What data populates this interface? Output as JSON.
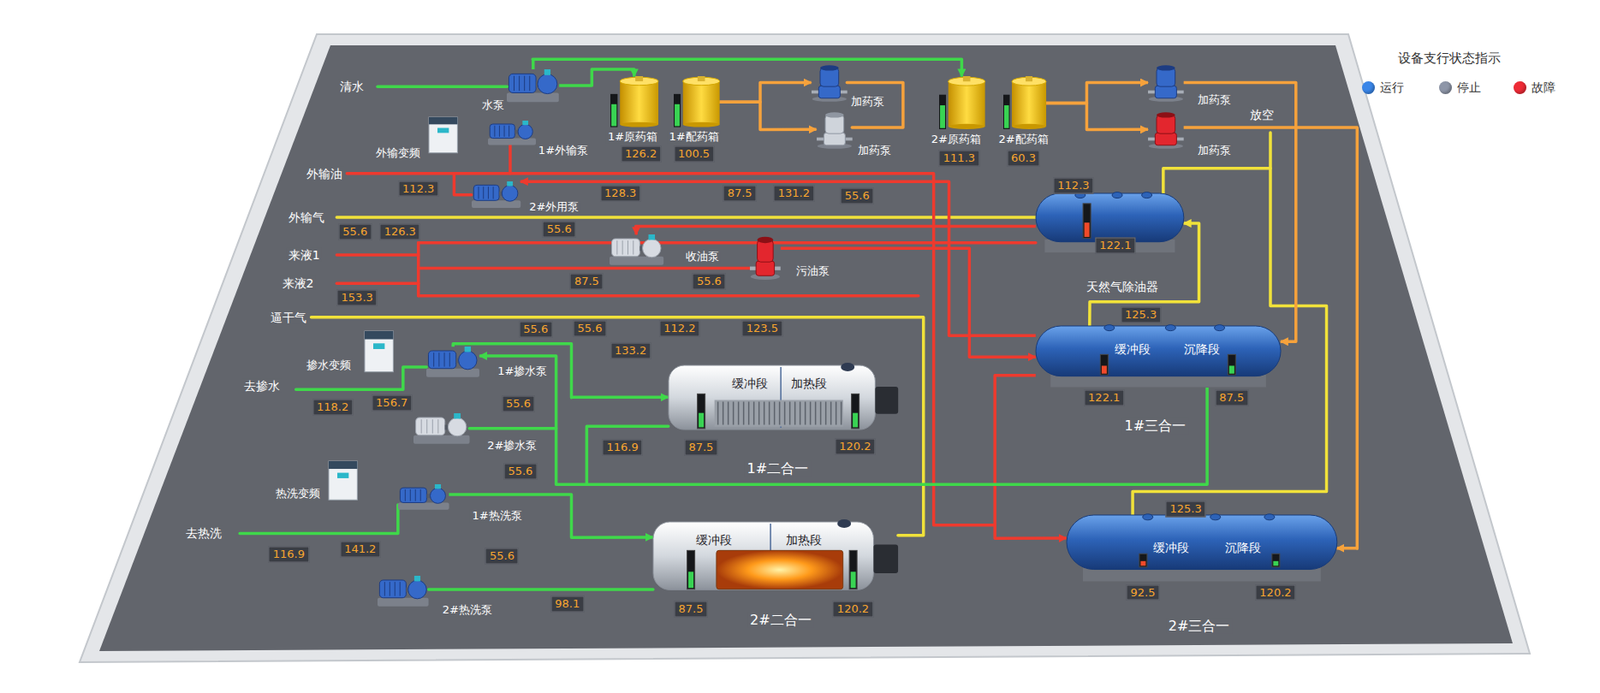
{
  "diagram": {
    "nodes": [
      {
        "text": [
          "水泵"
        ]
      },
      {
        "text": [
          "1#原药箱"
        ]
      },
      {
        "text": [
          "1#配药箱"
        ]
      },
      {
        "text": [
          "加药泵"
        ]
      },
      {
        "text": [
          "加药泵"
        ]
      },
      {
        "text": [
          "2#原药箱"
        ]
      },
      {
        "text": [
          "2#配药箱"
        ]
      },
      {
        "text": [
          "加药泵"
        ]
      },
      {
        "text": [
          "加药泵"
        ]
      },
      {
        "text": [
          "外输变频"
        ]
      },
      {
        "text": [
          "1#外输泵"
        ]
      },
      {
        "text": [
          "2#外用泵"
        ]
      },
      {
        "text": [
          "收油泵"
        ]
      },
      {
        "text": [
          "污油泵"
        ]
      },
      {
        "text": [
          "天然气除油器"
        ]
      },
      {
        "text": [
          "掺水变频"
        ]
      },
      {
        "text": [
          "1#掺水泵"
        ]
      },
      {
        "text": [
          "2#掺水泵"
        ]
      },
      {
        "text": [
          "1#二合一",
          "缓冲段",
          "加热段"
        ]
      },
      {
        "text": [
          "1#三合一",
          "缓冲段",
          "沉降段"
        ]
      },
      {
        "text": [
          "热洗变频"
        ]
      },
      {
        "text": [
          "1#热洗泵"
        ]
      },
      {
        "text": [
          "2#热洗泵"
        ]
      },
      {
        "text": [
          "2#二合一",
          "缓冲段",
          "加热段"
        ]
      },
      {
        "text": [
          "2#三合一",
          "缓冲段",
          "沉降段"
        ]
      }
    ],
    "edges": [
      {
        "from": 0,
        "to": 1,
        "arrow": "to"
      },
      {
        "from": 0,
        "to": 5,
        "arrow": "to"
      },
      {
        "from": 2,
        "to": 3,
        "arrow": "to"
      },
      {
        "from": 2,
        "to": 4,
        "arrow": "to"
      },
      {
        "from": 6,
        "to": 7,
        "arrow": "to"
      },
      {
        "from": 6,
        "to": 8,
        "arrow": "to"
      },
      {
        "from": 8,
        "to": 24,
        "arrow": "to"
      },
      {
        "from": 7,
        "to": 19,
        "arrow": "to"
      },
      {
        "from": 19,
        "to": 14,
        "arrow": "to"
      },
      {
        "from": 14,
        "to": 12,
        "arrow": "to"
      },
      {
        "from": 13,
        "to": 19,
        "arrow": "to"
      },
      {
        "from": 19,
        "to": 24,
        "arrow": "to"
      },
      {
        "from": 19,
        "to": 11,
        "arrow": "to"
      },
      {
        "from": 19,
        "to": 16,
        "arrow": "to"
      },
      {
        "from": 21,
        "to": 23,
        "arrow": "to"
      },
      {
        "from": 16,
        "to": 18,
        "arrow": "to"
      }
    ],
    "labels": [
      "设备支行状态指示",
      "清水",
      "外输油",
      "外输气",
      "来液1",
      "来液2",
      "逼干气",
      "去掺水",
      "去热洗",
      "放空",
      "126.2",
      "100.5",
      "111.3",
      "60.3",
      "112.3",
      "128.3",
      "87.5",
      "131.2",
      "55.6",
      "112.3",
      "55.6",
      "126.3",
      "55.6",
      "122.1",
      "87.5",
      "55.6",
      "153.3",
      "55.6",
      "55.6",
      "112.2",
      "123.5",
      "125.3",
      "133.2",
      "118.2",
      "156.7",
      "55.6",
      "122.1",
      "87.5",
      "116.9",
      "87.5",
      "120.2",
      "55.6",
      "125.3",
      "116.9",
      "141.2",
      "55.6",
      "98.1",
      "87.5",
      "120.2",
      "92.5",
      "120.2"
    ],
    "legend": [
      {
        "text": "运行",
        "color": "#3a86e8"
      },
      {
        "text": "停止",
        "color": "#8e96a8"
      },
      {
        "text": "故障",
        "color": "#ee2b36"
      }
    ]
  }
}
